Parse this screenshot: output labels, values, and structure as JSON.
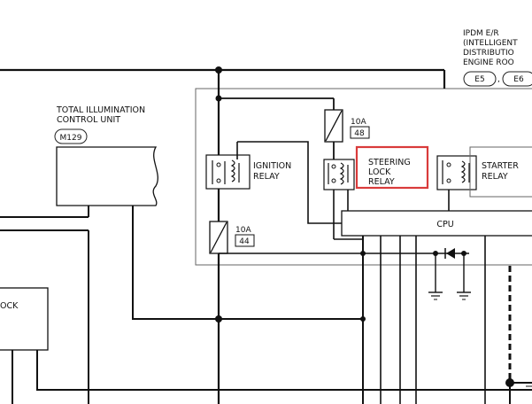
{
  "ipdm": {
    "line1": "IPDM E/R",
    "line2": "(INTELLIGENT",
    "line3": "DISTRIBUTIO",
    "line4": "ENGINE ROO",
    "conn_e5": "E5",
    "conn_e6": "E6"
  },
  "total_illumination": {
    "line1": "TOTAL ILLUMINATION",
    "line2": "CONTROL UNIT",
    "connector": "M129"
  },
  "relays": {
    "ignition": {
      "line1": "IGNITION",
      "line2": "RELAY"
    },
    "steering_lock": {
      "line1": "STEERING",
      "line2": "LOCK",
      "line3": "RELAY"
    },
    "starter": {
      "line1": "STARTER",
      "line2": "RELAY"
    }
  },
  "fuses": {
    "f48": {
      "rating": "10A",
      "number": "48"
    },
    "f44": {
      "rating": "10A",
      "number": "44"
    }
  },
  "cpu_label": "CPU",
  "lock_unit_label": "OCK",
  "highlight_color": "#d93b3b"
}
